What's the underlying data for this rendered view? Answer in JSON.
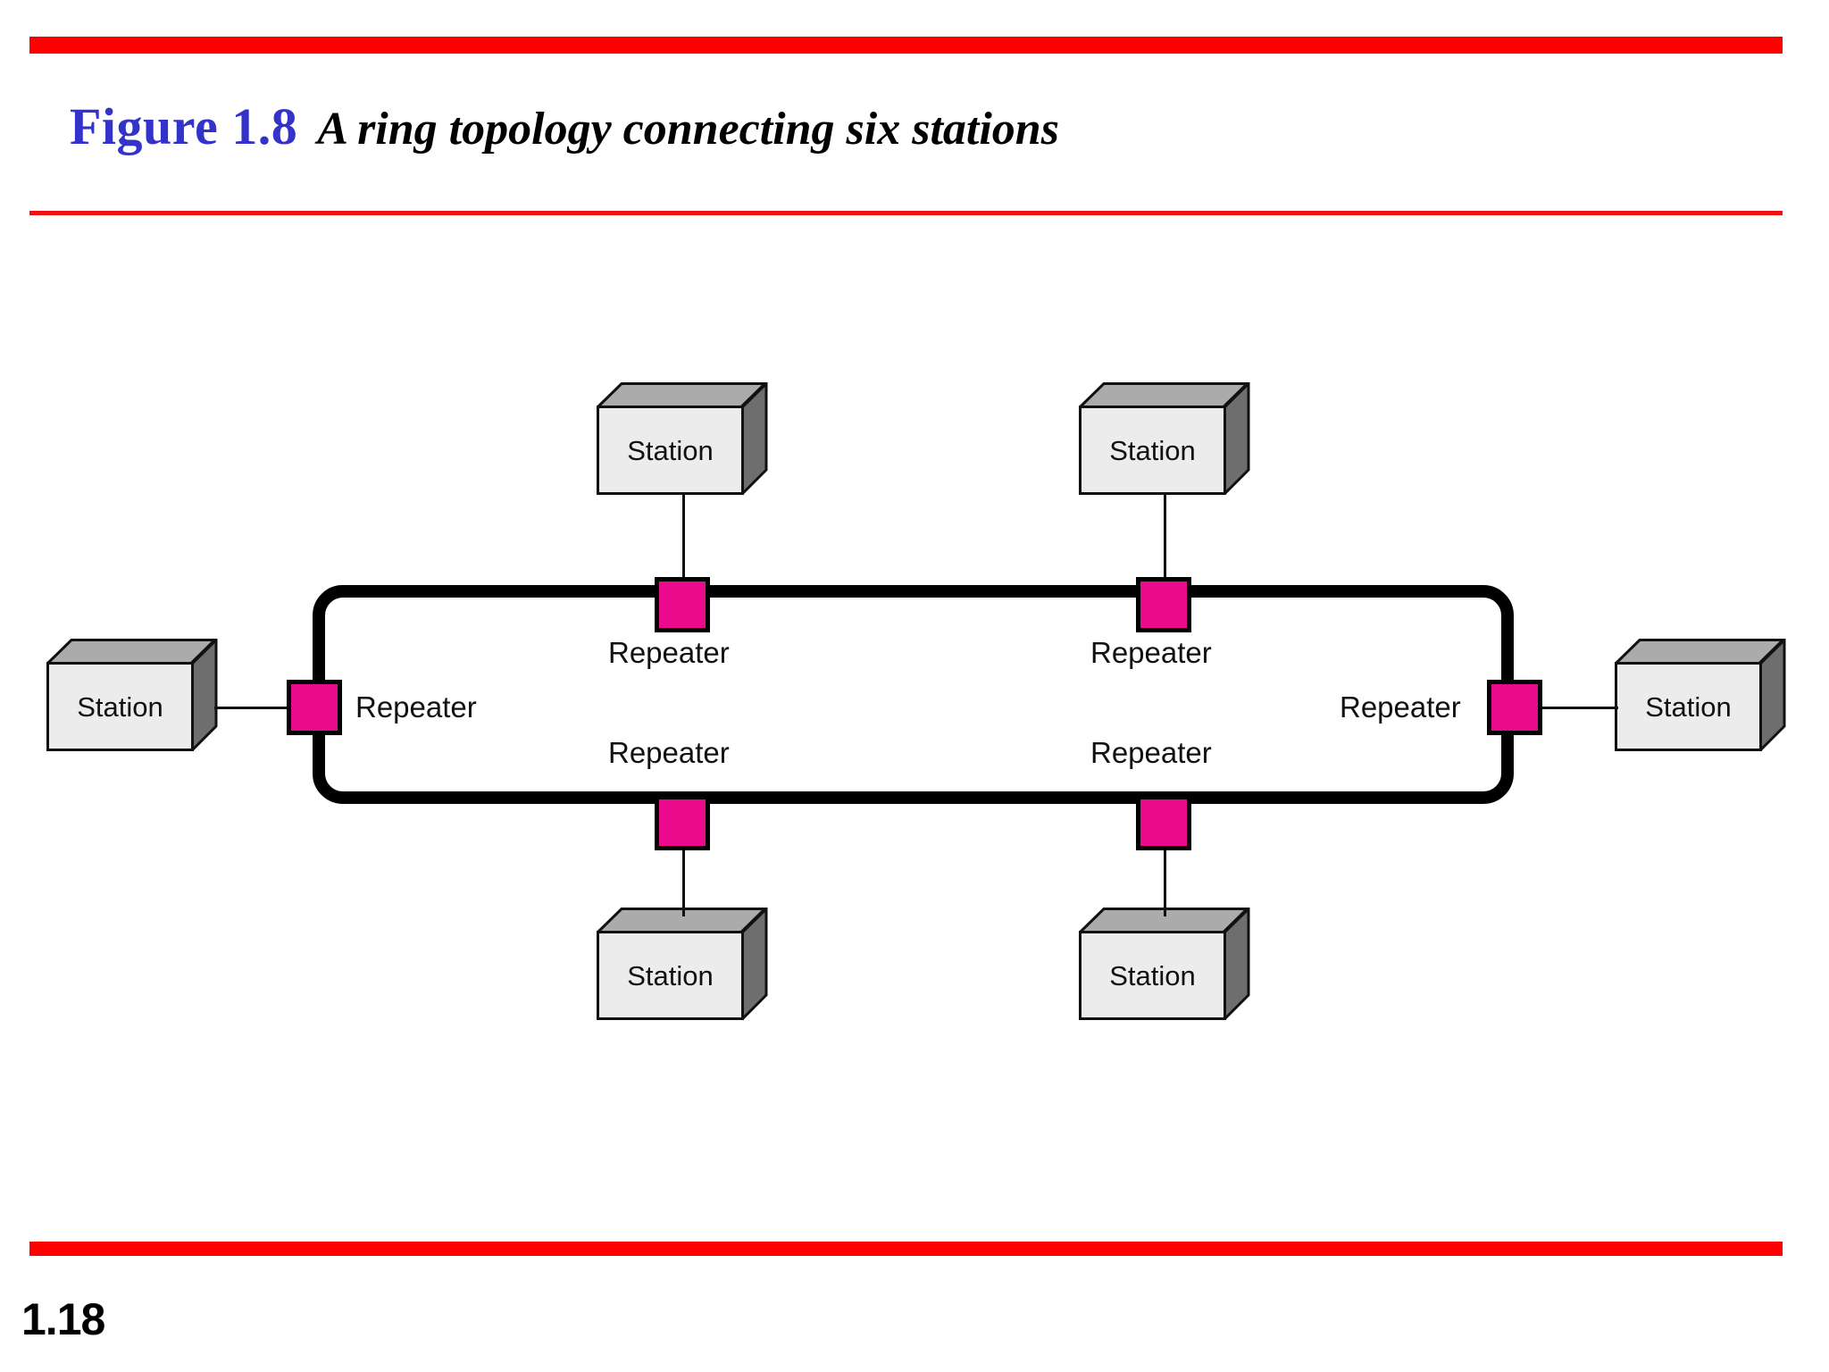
{
  "slide": {
    "page_number": "1.18",
    "accent_color": "#FF0000",
    "figure_label_color": "#3333CC",
    "repeater_color": "#EC0A8C",
    "station_face_color": "#ECECEC",
    "ring_color": "#000000"
  },
  "heading": {
    "figure_number": "Figure 1.8",
    "figure_title": "A ring topology connecting six stations"
  },
  "diagram": {
    "type": "ring-topology",
    "station_count": 6,
    "repeater_count": 6,
    "stations": [
      {
        "id": "station-top-left",
        "label": "Station",
        "position": "top-left"
      },
      {
        "id": "station-top-right",
        "label": "Station",
        "position": "top-right"
      },
      {
        "id": "station-left",
        "label": "Station",
        "position": "left"
      },
      {
        "id": "station-right",
        "label": "Station",
        "position": "right"
      },
      {
        "id": "station-bottom-left",
        "label": "Station",
        "position": "bottom-left"
      },
      {
        "id": "station-bottom-right",
        "label": "Station",
        "position": "bottom-right"
      }
    ],
    "repeaters": [
      {
        "id": "repeater-top-left",
        "label": "Repeater",
        "position": "top-left"
      },
      {
        "id": "repeater-top-right",
        "label": "Repeater",
        "position": "top-right"
      },
      {
        "id": "repeater-left",
        "label": "Repeater",
        "position": "left"
      },
      {
        "id": "repeater-right",
        "label": "Repeater",
        "position": "right"
      },
      {
        "id": "repeater-bottom-left",
        "label": "Repeater",
        "position": "bottom-left"
      },
      {
        "id": "repeater-bottom-right",
        "label": "Repeater",
        "position": "bottom-right"
      }
    ]
  }
}
